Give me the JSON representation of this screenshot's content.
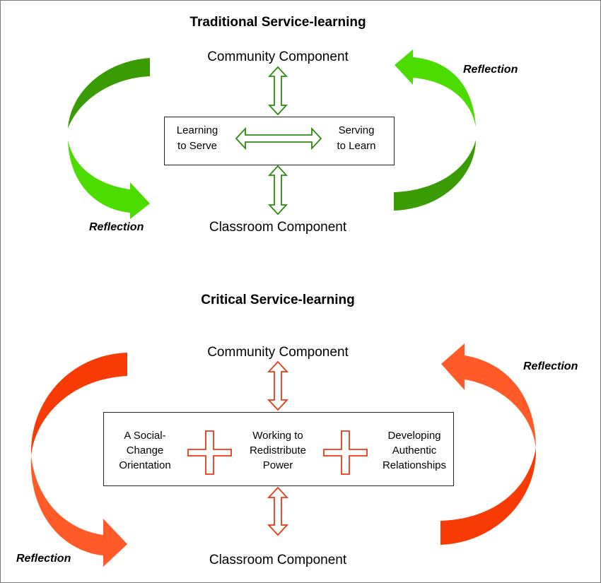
{
  "colors": {
    "green_dark": "#3a9c04",
    "green_light": "#4ddc00",
    "green_outline": "#2e8b0e",
    "red_dark": "#f83a04",
    "red_light": "#ff5a28",
    "red_outline": "#e83a14",
    "text": "#000000",
    "box_border": "#222222"
  },
  "traditional": {
    "title": "Traditional Service-learning",
    "community_label": "Community Component",
    "classroom_label": "Classroom Component",
    "box_left": [
      "Learning",
      "to Serve"
    ],
    "box_right": [
      "Serving",
      "to Learn"
    ],
    "reflection_right": "Reflection",
    "reflection_left": "Reflection",
    "connectors": [
      "double-arrow-vertical",
      "double-arrow-horizontal",
      "double-arrow-vertical"
    ]
  },
  "critical": {
    "title": "Critical Service-learning",
    "community_label": "Community Component",
    "classroom_label": "Classroom Component",
    "box_items": [
      [
        "A Social-",
        "Change",
        "Orientation"
      ],
      [
        "Working to",
        "Redistribute",
        "Power"
      ],
      [
        "Developing",
        "Authentic",
        "Relationships"
      ]
    ],
    "box_separators": [
      "plus",
      "plus"
    ],
    "reflection_right": "Reflection",
    "reflection_left": "Reflection"
  }
}
